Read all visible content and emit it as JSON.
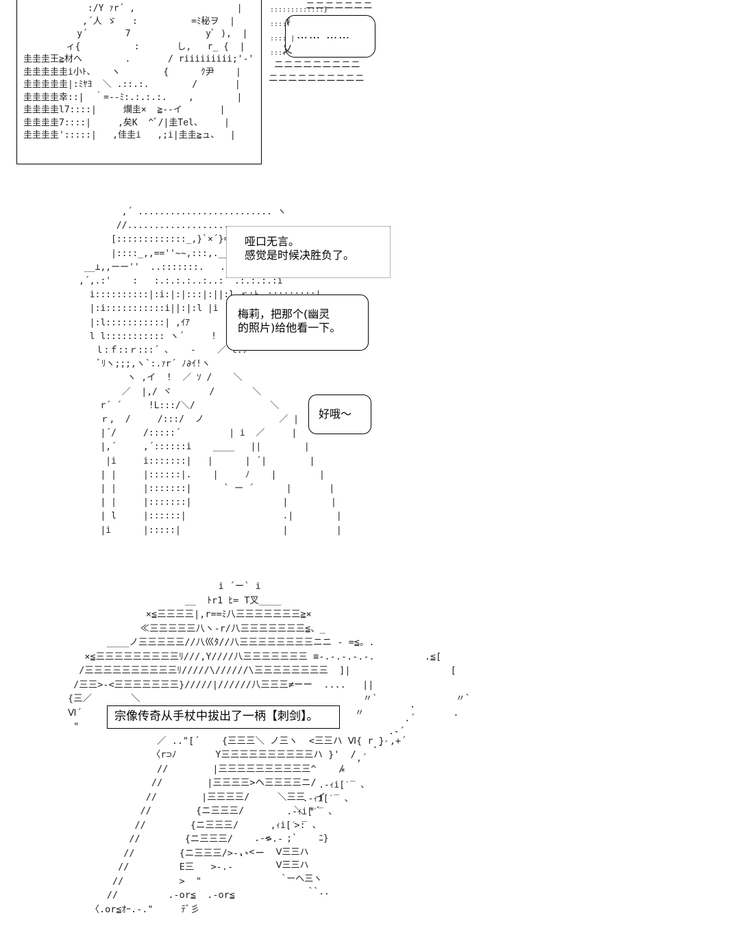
{
  "panel1": {
    "aa_text": "            :/Y ｧr´ ,                   |\n           ,´人 ゞ   :          =ﾐ秘ヲ  |\n          y´       7              yﾞ ),  |\n        ィ{          :       し,   r_ {  |\n圭圭圭王≧材ヘ        .       / riiiiiiiii;'-' |\n圭圭圭圭圭i小ﾄ、   ヽ        {      ｸ尹    |\n圭圭圭圭圭|:ﾐﾔﾖ  ＼ .::.:.        /       |\n圭圭圭圭幸::|  ｀=‐‐ﾐ:.:.:.:.    ,        |\n圭圭圭圭l7::::|     爛圭×  ≧‐‐イ       |\n圭圭圭圭7::::|     ,矣K  ^ﾞ/|圭Tel、    |\n圭圭圭圭':::::|   ,佳圭i   ,;i|圭圭≧ュ、  |",
    "bubble_text": "…… ……",
    "bubble_corner": "f",
    "bubble_tail": "乂"
  },
  "panel2": {
    "aa_text": "             ,´ ......................... ヽ\n            //........................ ......\n           [:::::::::::::_,}`×´}==,,::-ヽ____\n           |::::_,,==''~~,:::,.__'ーー' ヽ\n      __⊥,,ーー''  ..:::::::.   ..:::::,\n     ,´,.:'    :   :.:.:.:..:..:  .:.:.:.:i\n       i::::::::::|:i:|:|:::|:||:l ｒ:ﾄ、:::::::::|\n       |:i:::::::::::i||:|:l |i ヽ| |,-'「ﾘ|::::::::::|\n       |:l:::::::::::| ,ｲｱ         ‐ﾞ  |:::::::::|\n       l l::::::::::: ヽ´     !        |::::::::ﾘ\n        ｌ:ｆ::ｒ:::´ ､    -    ／ l:ﾘ\n         ﾞﾘヽ;;;,ヽ`:.ｧr´ ﾉ∂ｲ!ヽ\n              ヽ ,イ  !  ／ ｿ /    ＼\n             ／  |,/ ヾ       /       ＼\n         r´ ´     !L:::/＼/              ＼\n         ｒ,  /     /:::/  ノ              ／ |\n         |´/     /:::::´         | i  ／     |\n         |,´     ,´::::::i    ____   ||        |\n          |i     i:::::::|   |      | ´|        |\n         | |     |::::::|.    |     ﾉ    |        |\n         | |     |:::::::|      ` ー ´      |       |\n         | |     |:::::::|                 |        |\n         | l     |::::::|                  .|        |\n         |i      |:::::|                   |         |",
    "narration_lines": [
      "哑口无言。",
      "感觉是时候决胜负了。"
    ],
    "bubble1_lines": [
      "梅莉，把那个(幽灵",
      "的照片)给他看一下。"
    ],
    "bubble2_text": "好哦～"
  },
  "panel3": {
    "aa_text": "                                   i ´ー` i\n                             __  ﾄr1 ﾋ= T叉____\n                      ×≦三三三三|,r==ﾐ八三三三三三三三≧×\n                     ≪三三三三三八ヽ-r/八三三三三三三三≦、_\n               ____ノ三三三三三//八巛ﾀ//八三三三三三三三三ニニ - =≦。.\n           ×≦三三三三三三三三三ﾘ///,Y////八三三三三三三三 ≡-.-.-.-.-.         .≦[\n          /三三三三三三三三三三ﾘ/////\\//////\\三三三三三三三三  ]|                  [\n         /三三>-<三三三三三三三}/////|//////八三三三≠ーー  ....   ||                 ||\n        {三／       ＼                                        〃`              〃`\n        Ⅵ´                                                 〃                .\n         \"\n                        ／ ..\"[´    {三三三＼ ノ三ヽ  <三三ハ Ⅵ{ r } ,+´\n                       〈r⊃ﾉ       Y三三三三三三三三三三ハ }'  /\n                        //        |三三三三三三三三三三^    /\n                       //        |三三三三>ヘ三三三三ニ/\n                      //        |三三三三/     ＼三三  イ\n                     //        {ニ三三三/         ＼ *´\n                    //        {ニ三三三/          >: \n                   //        {ニ三三三/      >.-\n                  //        {ニ三三三/>-.- ー\n                 //         E三   >-.-\n                //          >  \"\n               //         .-or≦  .-or≦\n            〈.or≦ｵｰ.-.\"     ﾃﾞ彡",
    "right_aa_text": "                                 .\n                                .´\n                             .-´\n                          .-´\n                       ,´\n                    *\n                .-ｨi[ˊ‾ ､\n             .-ｨi[ˊ‾ ､\n          .-ｨi[ˊ‾ ､\n       ,ｨi[ˊ ‾ ､\n    .-<   ;`    ﾆ}\n .-<    Ⅴ三三ハ\n        Ⅴ三三ハ\n         `ーへ三ヽ\n              ``..",
    "narration_text": "宗像传奇从手杖中拔出了一柄【刺剑】。"
  }
}
